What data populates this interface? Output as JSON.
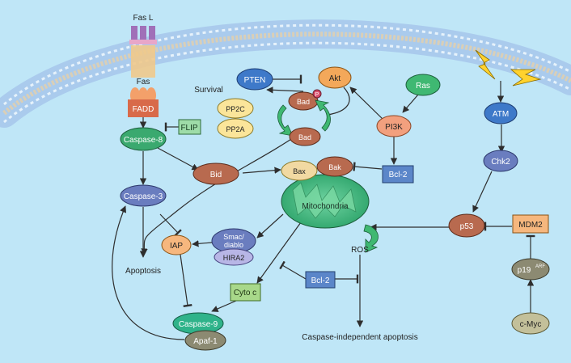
{
  "colors": {
    "background": "#bfe6f7",
    "membrane": "#a9c9ec",
    "edge": "#2e2e2e"
  },
  "labels": {
    "fasl": "Fas L",
    "fas": "Fas",
    "fadd": "FADD",
    "caspase8": "Caspase-8",
    "flip": "FLIP",
    "caspase3": "Caspase-3",
    "apoptosis": "Apoptosis",
    "survival": "Survival",
    "pten": "PTEN",
    "akt": "Akt",
    "bad_p": "Bad",
    "phospho": "P",
    "pp2c": "PP2C",
    "pp2a": "PP2A",
    "bad": "Bad",
    "ras": "Ras",
    "pi3k": "PI3K",
    "bid": "Bid",
    "bax": "Bax",
    "bak": "Bak",
    "bcl2_top": "Bcl-2",
    "mitochondria": "Mitochondria",
    "smac_line1": "Smac/",
    "smac_line2": "diablo",
    "hira2": "HIRA2",
    "iap": "IAP",
    "ros": "ROS",
    "bcl2_bottom": "Bcl-2",
    "cytoc": "Cyto c",
    "caspase9": "Caspase-9",
    "apaf1": "Apaf-1",
    "caspase_independent": "Caspase-independent apoptosis",
    "atm": "ATM",
    "chk2": "Chk2",
    "p53": "p53",
    "mdm2": "MDM2",
    "p19": "p19",
    "p19_sup": "ARF",
    "cmyc": "c-Myc"
  }
}
